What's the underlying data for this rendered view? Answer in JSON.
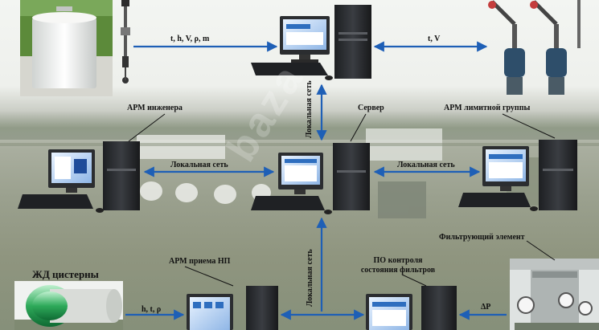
{
  "labels": {
    "top_left_params": "t, h, V, ρ, m",
    "top_right_params": "t, V",
    "local_net_vertical_top": "Локальная сеть",
    "arm_engineer": "АРМ инженера",
    "server": "Сервер",
    "arm_limit_group": "АРМ лимитной группы",
    "local_net_left": "Локальная сеть",
    "local_net_right": "Локальная сеть",
    "filter_element": "Фильтрующий элемент",
    "rail_tanks": "ЖД цистерны",
    "arm_reception": "АРМ приема НП",
    "bottom_left_params": "h, t, ρ",
    "local_net_vertical_bottom": "Локальная сеть",
    "filter_software_line1": "ПО контроля",
    "filter_software_line2": "состояния фильтров",
    "delta_p": "ΔP"
  },
  "watermark": "baza"
}
